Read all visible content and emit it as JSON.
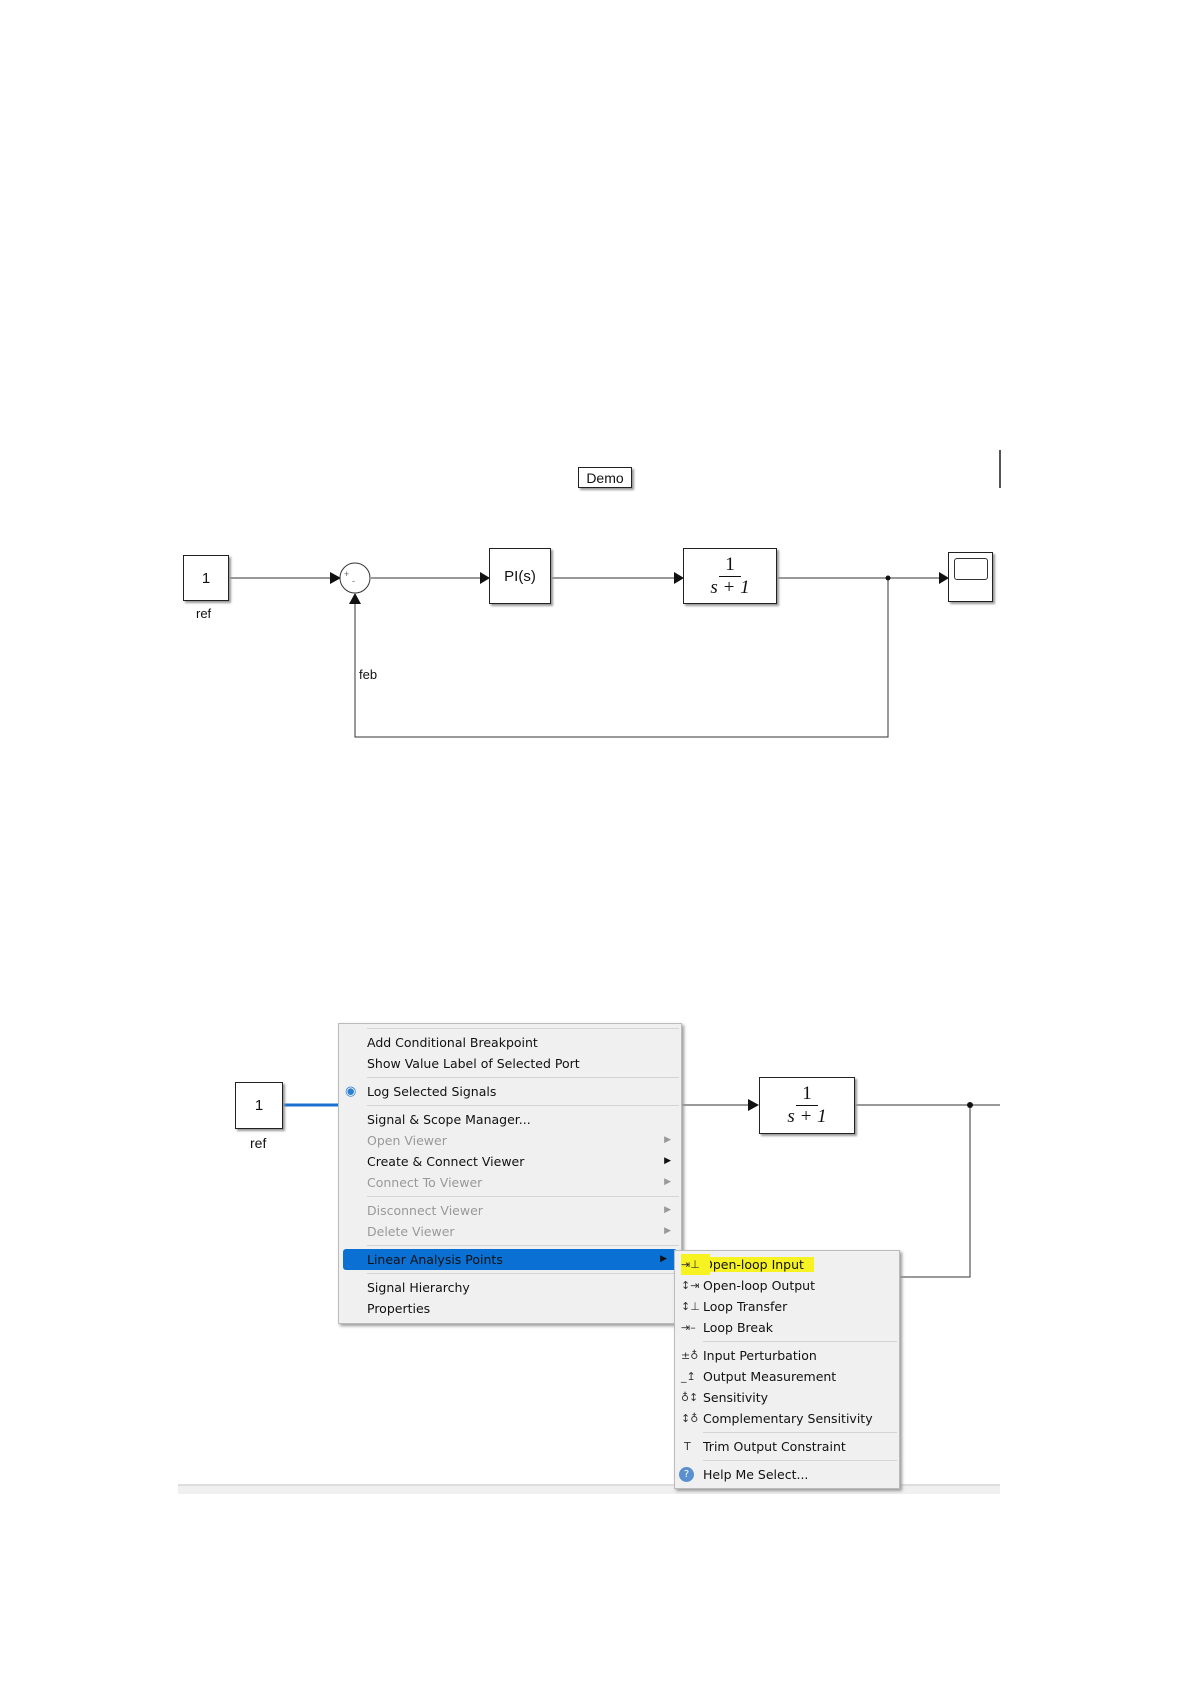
{
  "top_diagram": {
    "annotation": "Demo",
    "constant_value": "1",
    "constant_label": "ref",
    "sum_signs": [
      "+",
      "-"
    ],
    "controller": "PI(s)",
    "plant": {
      "numerator": "1",
      "denominator": "s + 1"
    },
    "feedback_label": "feb"
  },
  "bottom_diagram": {
    "constant_value": "1",
    "constant_label": "ref",
    "plant": {
      "numerator": "1",
      "denominator": "s + 1"
    }
  },
  "context_menu": {
    "items": [
      {
        "label": "Add Conditional Breakpoint",
        "enabled": true
      },
      {
        "label": "Show Value Label of Selected Port",
        "enabled": true
      },
      {
        "label": "Log Selected Signals",
        "enabled": true,
        "icon": "signal-log-icon"
      },
      {
        "label": "Signal & Scope Manager...",
        "enabled": true
      },
      {
        "label": "Open Viewer",
        "enabled": false
      },
      {
        "label": "Create & Connect Viewer",
        "enabled": true
      },
      {
        "label": "Connect To Viewer",
        "enabled": false
      },
      {
        "label": "Disconnect Viewer",
        "enabled": false
      },
      {
        "label": "Delete Viewer",
        "enabled": false
      },
      {
        "label": "Linear Analysis Points",
        "enabled": true,
        "selected": true
      },
      {
        "label": "Signal Hierarchy",
        "enabled": true
      },
      {
        "label": "Properties",
        "enabled": true
      }
    ]
  },
  "submenu": {
    "items": [
      {
        "label": "Open-loop Input",
        "highlighted": true,
        "icon": "open-loop-input-icon"
      },
      {
        "label": "Open-loop Output",
        "icon": "open-loop-output-icon"
      },
      {
        "label": "Loop Transfer",
        "icon": "loop-transfer-icon"
      },
      {
        "label": "Loop Break",
        "icon": "loop-break-icon"
      },
      {
        "label": "Input Perturbation",
        "icon": "input-perturbation-icon"
      },
      {
        "label": "Output Measurement",
        "icon": "output-measurement-icon"
      },
      {
        "label": "Sensitivity",
        "icon": "sensitivity-icon"
      },
      {
        "label": "Complementary Sensitivity",
        "icon": "complementary-sensitivity-icon"
      },
      {
        "label": "Trim Output Constraint",
        "icon": "trim-output-icon"
      },
      {
        "label": "Help Me Select...",
        "icon": "help-icon"
      }
    ],
    "highlight_color": "#f7f221"
  },
  "colors": {
    "selection": "#0a70d4",
    "menu_bg": "#f0f0f0"
  }
}
